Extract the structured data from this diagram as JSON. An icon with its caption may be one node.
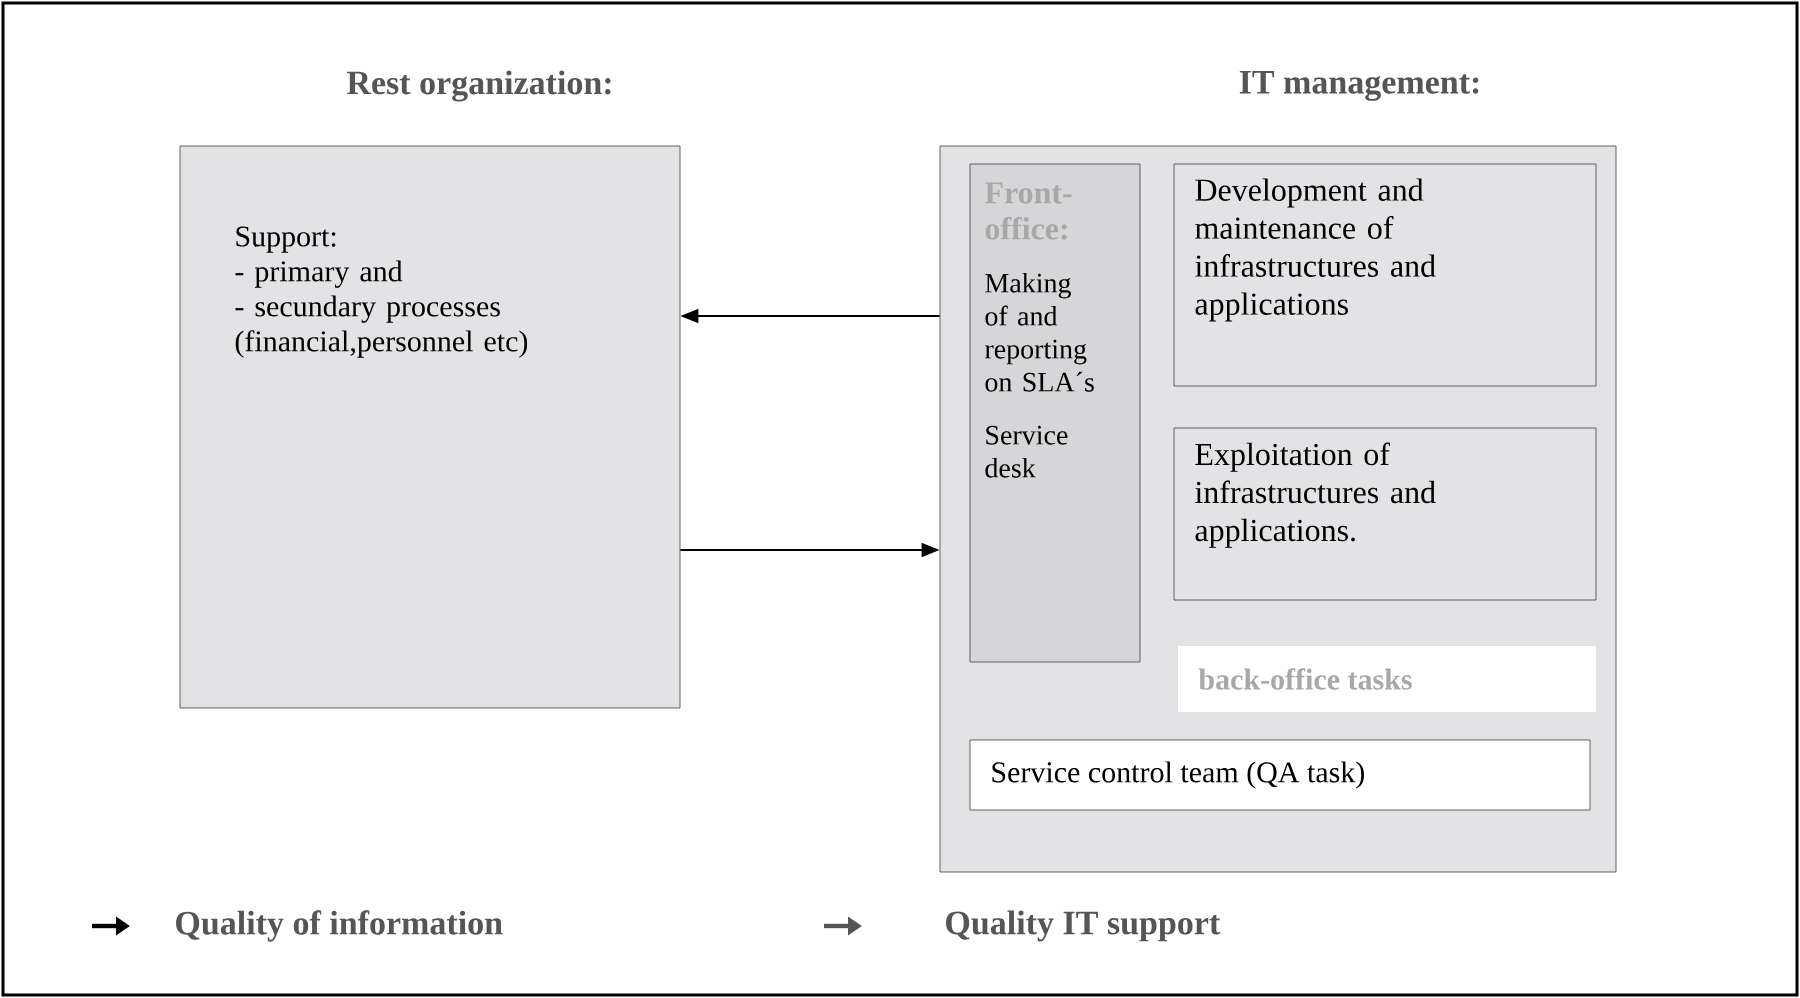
{
  "diagram": {
    "nodes": [
      {
        "text": [
          "Rest organization:",
          "Support:",
          "- primary and",
          "- secundary processes (financial,personnel etc)"
        ]
      },
      {
        "text": [
          "IT management:"
        ]
      },
      {
        "text": [
          "Front-office:",
          "Making of and reporting on SLA´s",
          "Service desk"
        ],
        "in": 1
      },
      {
        "text": [
          "Development and maintenance of infrastructures and applications"
        ],
        "in": 1
      },
      {
        "text": [
          "Exploitation of infrastructures and applications."
        ],
        "in": 1
      },
      {
        "text": [
          "back-office tasks"
        ],
        "in": 1
      },
      {
        "text": [
          "Service control team (QA task)"
        ],
        "in": 1
      }
    ],
    "edges": [
      {
        "from": 1,
        "to": 0,
        "arrow": "to"
      },
      {
        "from": 0,
        "to": 1,
        "arrow": "to"
      }
    ],
    "labels": [
      "Quality of information",
      "Quality IT support"
    ]
  }
}
